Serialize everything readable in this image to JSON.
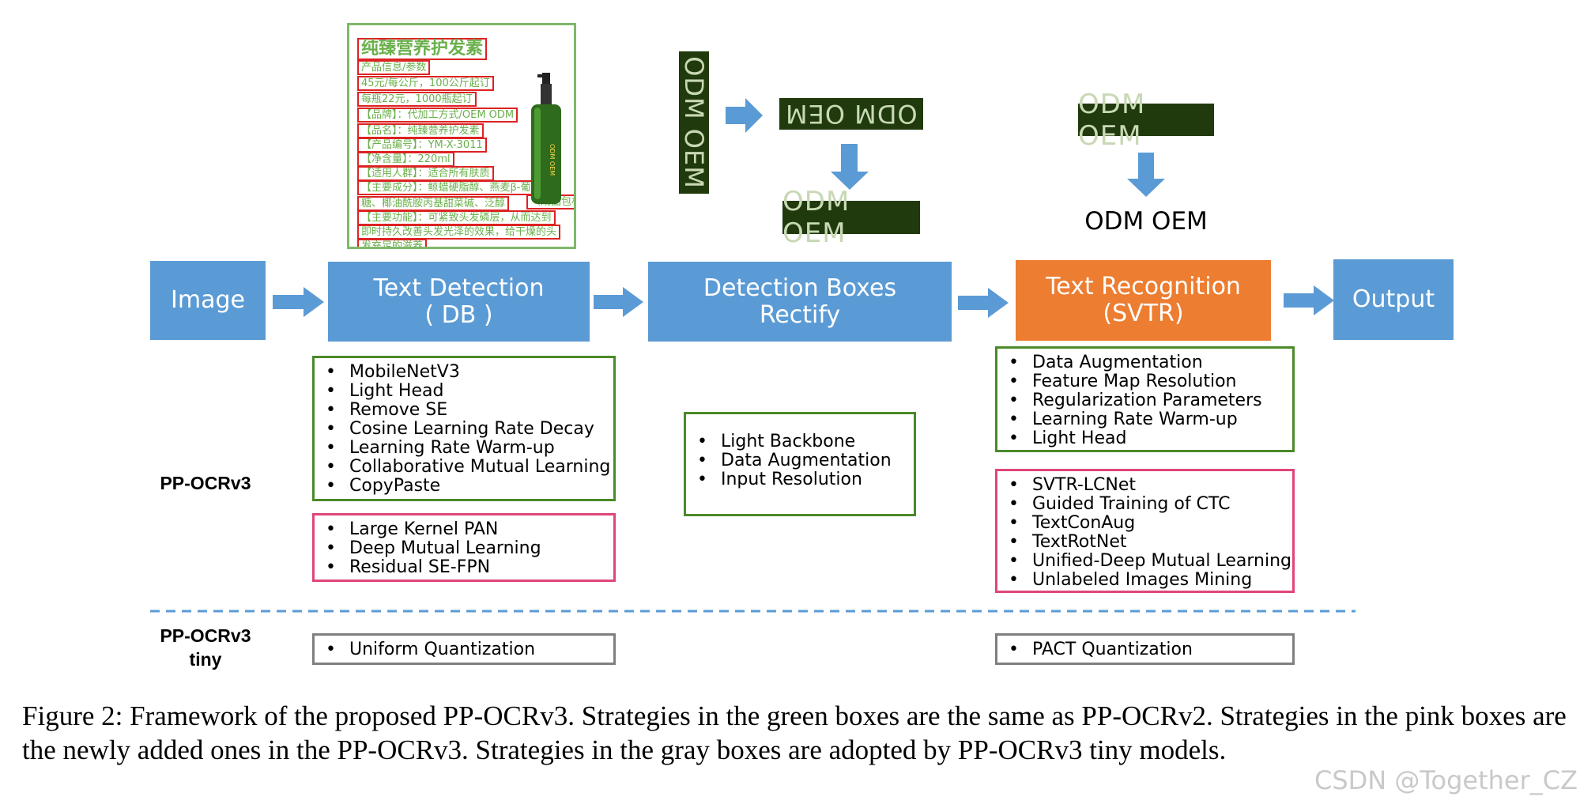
{
  "stages": {
    "image": "Image",
    "text_detection": [
      "Text Detection",
      "( DB )"
    ],
    "rectify": [
      "Detection Boxes",
      "Rectify"
    ],
    "recognition": [
      "Text Recognition",
      "(SVTR)"
    ],
    "output": "Output"
  },
  "samples": {
    "vertical": "ODM OEM",
    "mirrored": "ODM OEM",
    "rectified": "ODM OEM",
    "crop": "ODM OEM",
    "recognized": "ODM OEM"
  },
  "product_image": {
    "title": "纯臻营养护发素",
    "lines": [
      "产品信息/参数",
      "45元/每公斤，100公斤起订",
      "每瓶22元，1000瓶起订",
      "【品牌】：代加工方式/OEM ODM",
      "【品名】：纯臻营养护发素",
      "【产品编号】：YM-X-3011",
      "【净含量】：220ml",
      "【适用人群】：适合所有肤质",
      "【主要成分】：鲸蜡硬脂醇、燕麦β-葡聚",
      "糖、椰油酰胺丙基甜菜碱、泛醇",
      "（成品包材）",
      "【主要功能】：可紧致头发磷层，从而达到",
      "即时持久改善头发光泽的效果，给干燥的头",
      "发充足的滋养"
    ]
  },
  "row_labels": {
    "ppocrv3": "PP-OCRv3",
    "tiny": [
      "PP-OCRv3",
      "tiny"
    ]
  },
  "boxes": {
    "det_green": [
      "MobileNetV3",
      "Light Head",
      "Remove SE",
      "Cosine Learning Rate Decay",
      "Learning Rate Warm-up",
      "Collaborative Mutual Learning",
      "CopyPaste"
    ],
    "det_pink": [
      "Large Kernel PAN",
      "Deep Mutual Learning",
      "Residual SE-FPN"
    ],
    "rect_green": [
      "Light Backbone",
      "Data Augmentation",
      "Input Resolution"
    ],
    "rec_green": [
      "Data Augmentation",
      "Feature Map Resolution",
      "Regularization Parameters",
      "Learning Rate Warm-up",
      "Light Head"
    ],
    "rec_pink": [
      "SVTR-LCNet",
      "Guided Training of CTC",
      "TextConAug",
      "TextRotNet",
      "Unified-Deep Mutual Learning",
      "Unlabeled Images Mining"
    ],
    "det_gray": [
      "Uniform Quantization"
    ],
    "rec_gray": [
      "PACT Quantization"
    ]
  },
  "caption": "Figure 2: Framework of the proposed PP-OCRv3. Strategies in the green boxes are the same as PP-OCRv2. Strategies in the pink boxes are the newly added ones in the PP-OCRv3. Strategies in the gray boxes are adopted by PP-OCRv3 tiny models.",
  "watermark": "CSDN @Together_CZ",
  "colors": {
    "stage_blue": "#5b9bd5",
    "stage_orange": "#ed7d31",
    "green": "#4a8a2a",
    "pink": "#e0457b",
    "gray": "#7f7f7f",
    "arrow": "#5b9bd5"
  }
}
